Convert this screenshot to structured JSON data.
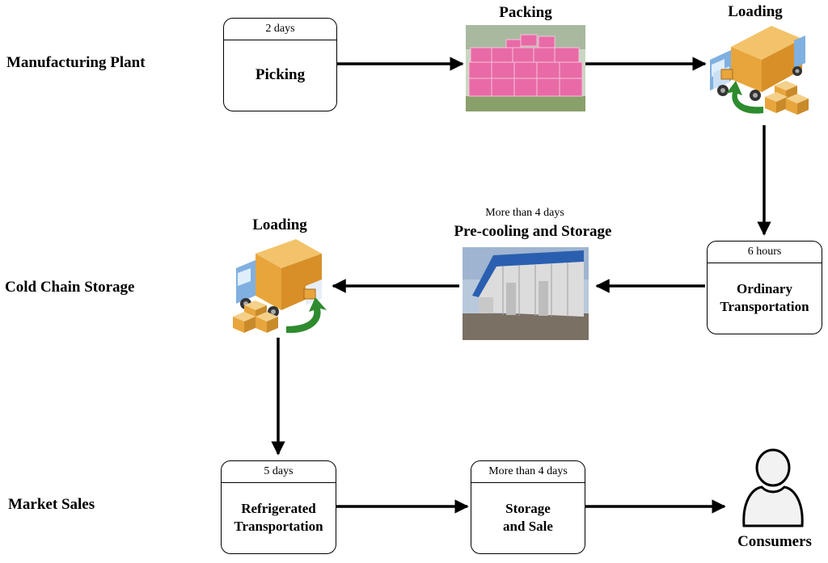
{
  "rows": {
    "manufacturing": "Manufacturing Plant",
    "cold_chain": "Cold Chain Storage",
    "market": "Market Sales"
  },
  "steps": {
    "picking": {
      "duration": "2 days",
      "label": "Picking"
    },
    "packing": {
      "label": "Packing"
    },
    "loading1": {
      "label": "Loading"
    },
    "ordinary": {
      "duration": "6 hours",
      "label_line1": "Ordinary",
      "label_line2": "Transportation"
    },
    "precooling": {
      "duration": "More than 4 days",
      "label": "Pre-cooling and Storage"
    },
    "loading2": {
      "label": "Loading"
    },
    "refrigerated": {
      "duration": "5 days",
      "label_line1": "Refrigerated",
      "label_line2": "Transportation"
    },
    "storage_sale": {
      "duration": "More than 4 days",
      "label_line1": "Storage",
      "label_line2": "and Sale"
    },
    "consumers": {
      "label": "Consumers"
    }
  },
  "icons": {
    "truck": "delivery-truck-icon",
    "boxes": "cardboard-boxes-icon",
    "arrow": "green-loading-arrow-icon",
    "person": "consumer-person-icon"
  },
  "colors": {
    "pink_boxes": "#e86aa6",
    "truck_cargo": "#e8a53c",
    "truck_cab": "#7fb0e0",
    "green_arrow": "#2e8b2e",
    "warehouse_roof": "#2a5fb0"
  }
}
